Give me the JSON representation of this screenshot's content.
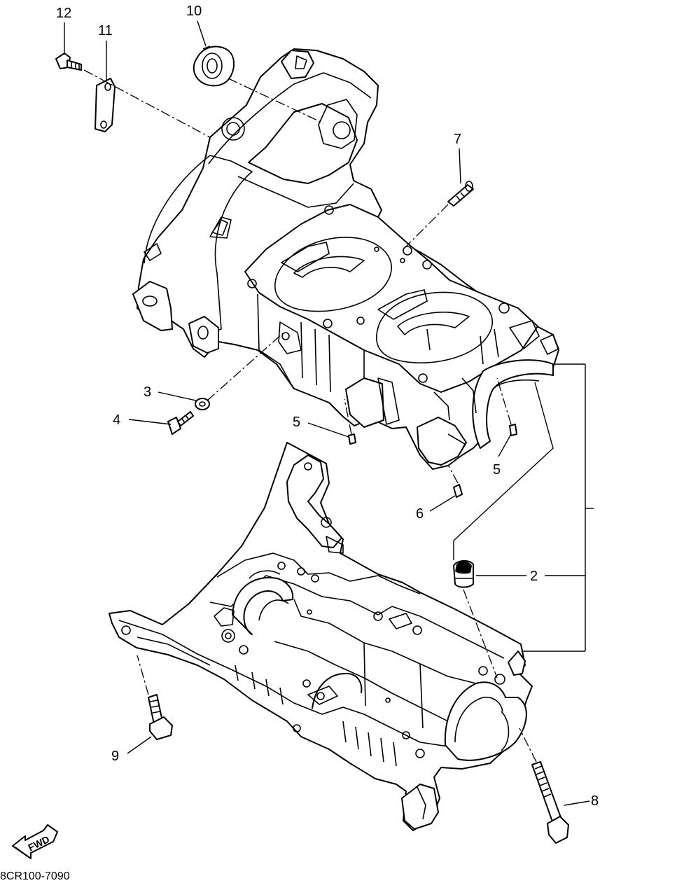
{
  "diagram": {
    "callouts": [
      {
        "id": "c12",
        "label": "12"
      },
      {
        "id": "c11",
        "label": "11"
      },
      {
        "id": "c10",
        "label": "10"
      },
      {
        "id": "c7",
        "label": "7"
      },
      {
        "id": "c3",
        "label": "3"
      },
      {
        "id": "c4",
        "label": "4"
      },
      {
        "id": "c5a",
        "label": "5"
      },
      {
        "id": "c5b",
        "label": "5"
      },
      {
        "id": "c6",
        "label": "6"
      },
      {
        "id": "c2",
        "label": "2"
      },
      {
        "id": "c9",
        "label": "9"
      },
      {
        "id": "c8",
        "label": "8"
      }
    ],
    "direction_badge": "FWD",
    "drawing_code": "8CR100-7090"
  }
}
